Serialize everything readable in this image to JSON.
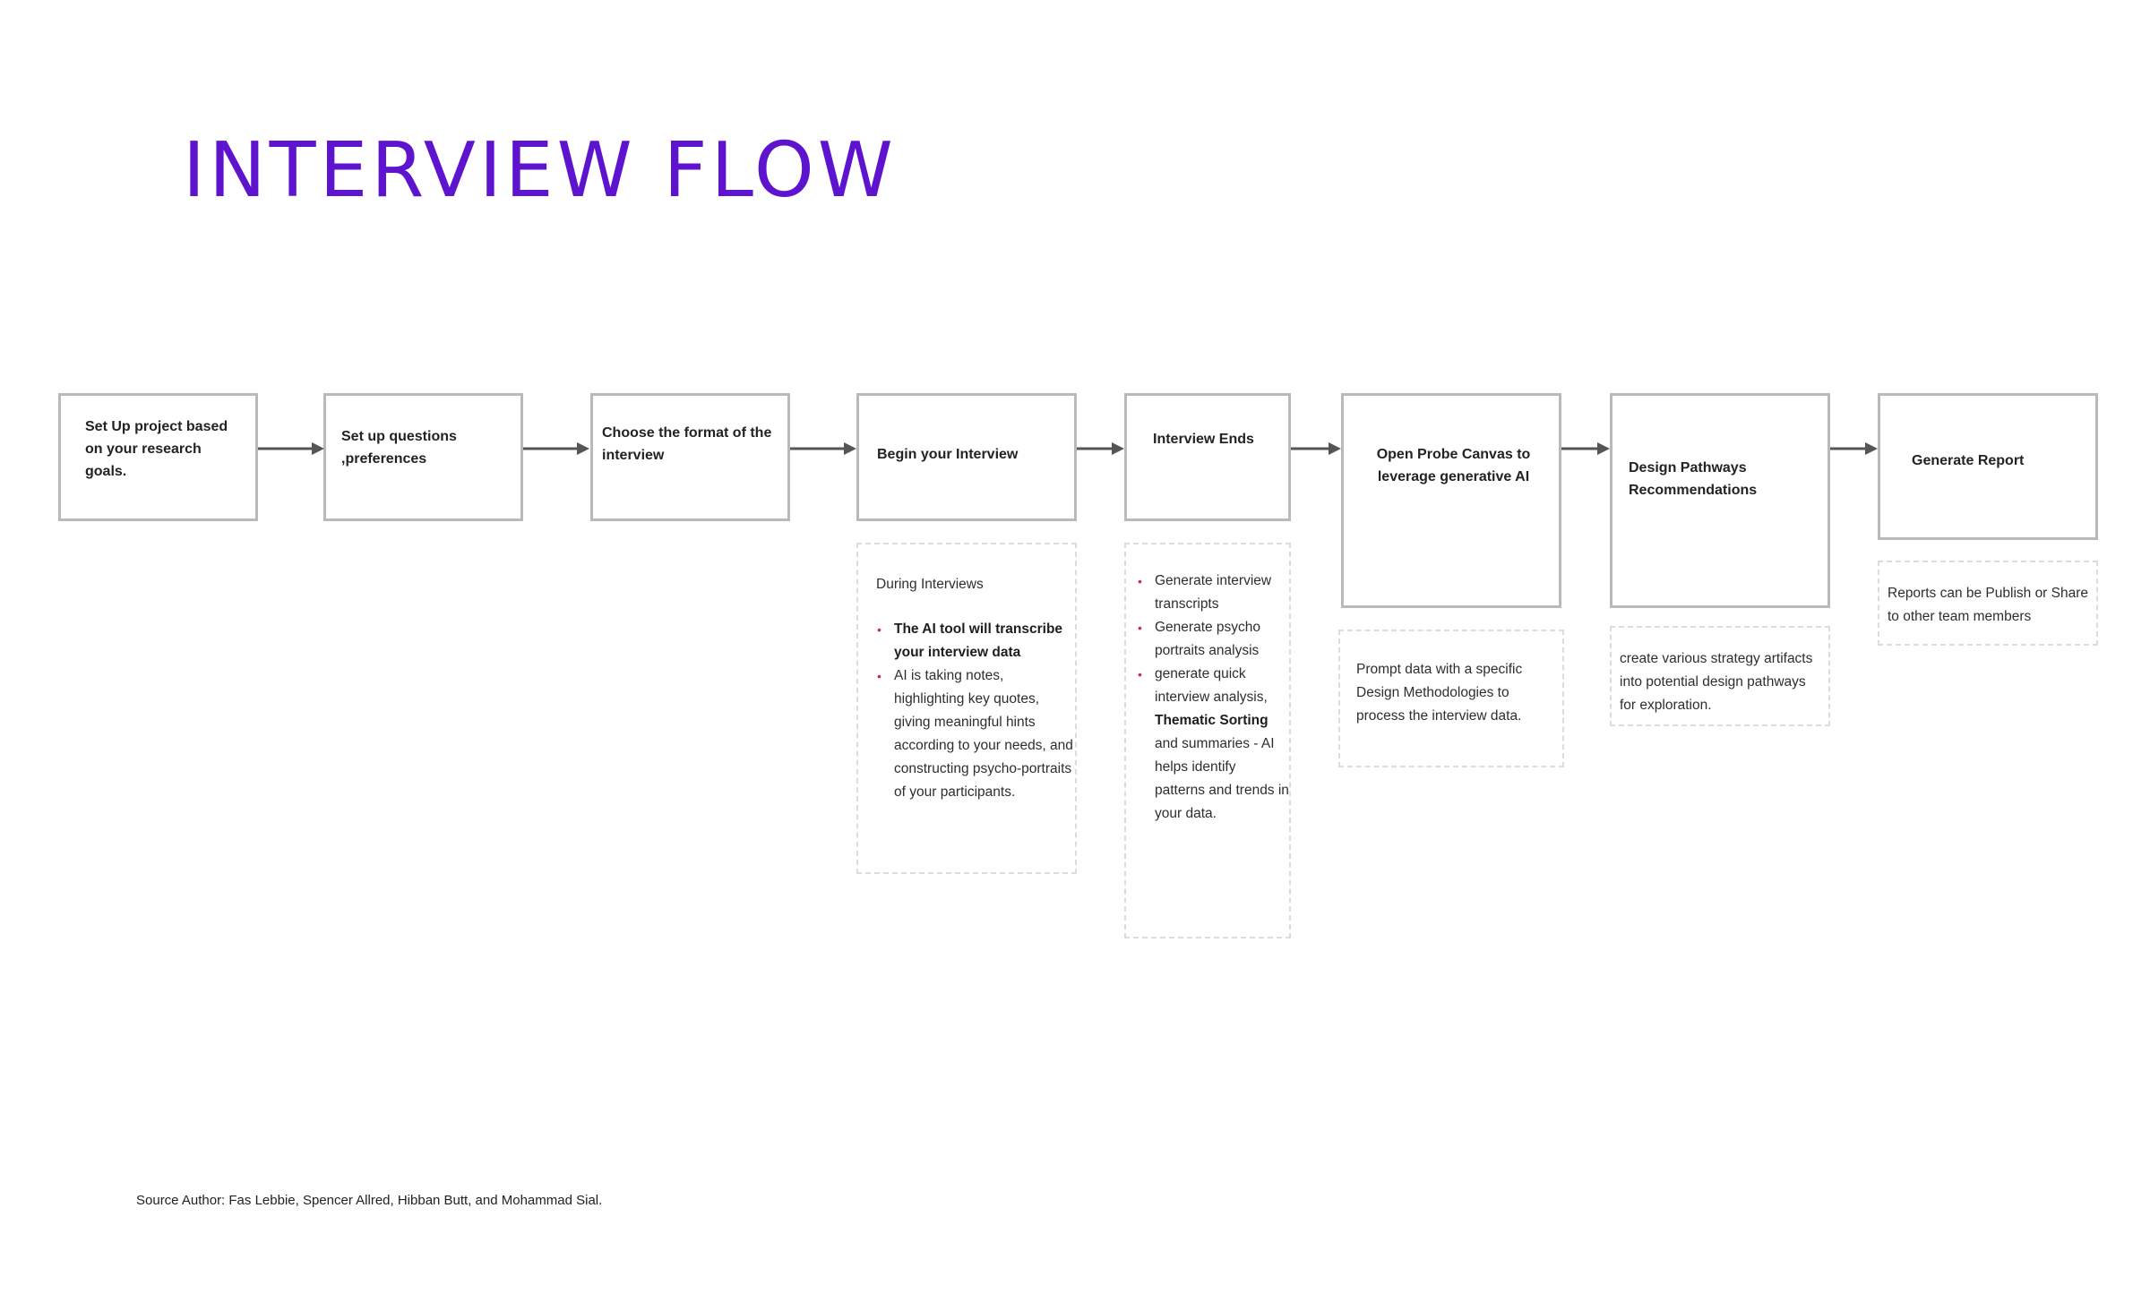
{
  "title": "INTERVIEW FLOW",
  "steps": [
    {
      "label": "Set Up project based on your research goals."
    },
    {
      "label": "Set up questions ,preferences"
    },
    {
      "label": "Choose the format of the interview"
    },
    {
      "label": "Begin your Interview"
    },
    {
      "label": "Interview Ends"
    },
    {
      "label": "Open Probe Canvas  to leverage generative AI"
    },
    {
      "label": "Design Pathways Recommendations"
    },
    {
      "label": "Generate Report"
    }
  ],
  "notes": {
    "during": {
      "heading": "During Interviews",
      "item1": "The AI tool will transcribe your interview data",
      "item2": "AI is taking notes, highlighting key quotes, giving meaningful hints according to your needs, and constructing psycho-portraits of your participants."
    },
    "ends": {
      "item1": "Generate interview transcripts",
      "item2": "Generate  psycho portraits analysis",
      "item3_a": "generate quick interview analysis,",
      "item3_b": "Thematic Sorting",
      "item3_c": " and summaries - AI helps identify patterns and trends in your data."
    },
    "probe": "Prompt data with a specific Design Methodologies  to  process the interview data.",
    "pathways": "create various strategy artifacts into potential design pathways for exploration.",
    "report": "Reports can be Publish or Share to other team members"
  },
  "source": "Source Author: Fas Lebbie, Spencer Allred, Hibban Butt, and Mohammad Sial.",
  "colors": {
    "title": "#5e14cf",
    "arrow": "#555555",
    "border": "#b9b9b9",
    "bullet": "#c0306a"
  }
}
